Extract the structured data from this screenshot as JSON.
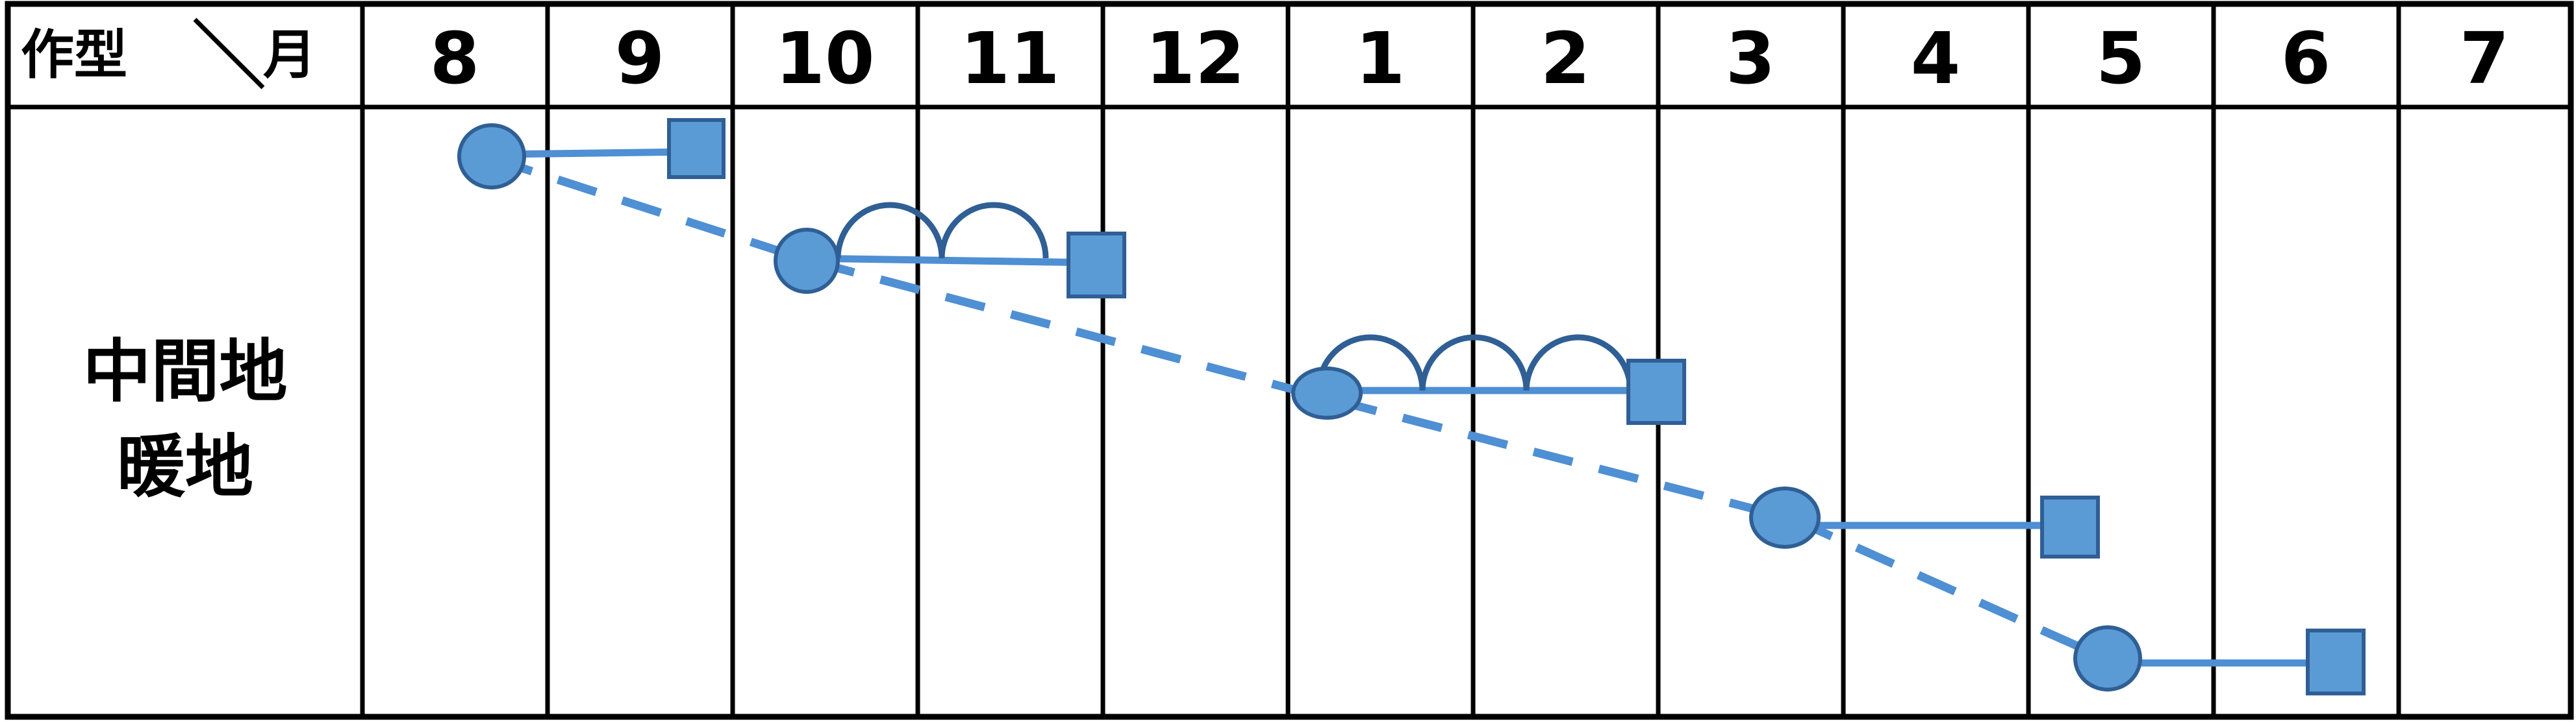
{
  "header": {
    "corner_top": "作型",
    "corner_bottom": "月",
    "months": [
      "8",
      "9",
      "10",
      "11",
      "12",
      "1",
      "2",
      "3",
      "4",
      "5",
      "6",
      "7"
    ]
  },
  "rows": [
    {
      "labels": [
        "中間地",
        "暖地"
      ],
      "timeline_axis": "month-index from August=0",
      "events": [
        {
          "type": "sowing-circle",
          "month_index": 0.6
        },
        {
          "type": "harvest-square",
          "month_index": 1.8
        },
        {
          "type": "sowing-circle",
          "month_index": 2.4
        },
        {
          "type": "tunnel-covers",
          "from": 2.5,
          "to": 3.8,
          "count": 2
        },
        {
          "type": "harvest-square",
          "month_index": 3.9
        },
        {
          "type": "sowing-circle",
          "month_index": 5.2
        },
        {
          "type": "tunnel-covers",
          "from": 5.2,
          "to": 7.0,
          "count": 3
        },
        {
          "type": "harvest-square",
          "month_index": 7.1
        },
        {
          "type": "sowing-circle",
          "month_index": 7.7
        },
        {
          "type": "harvest-square",
          "month_index": 9.1
        },
        {
          "type": "sowing-circle",
          "month_index": 9.5
        },
        {
          "type": "harvest-square",
          "month_index": 10.7
        }
      ]
    }
  ],
  "colors": {
    "marker_fill": "#5b9bd5",
    "marker_stroke": "#2f5f95",
    "line": "#4f8fd3",
    "grid": "#000000"
  }
}
